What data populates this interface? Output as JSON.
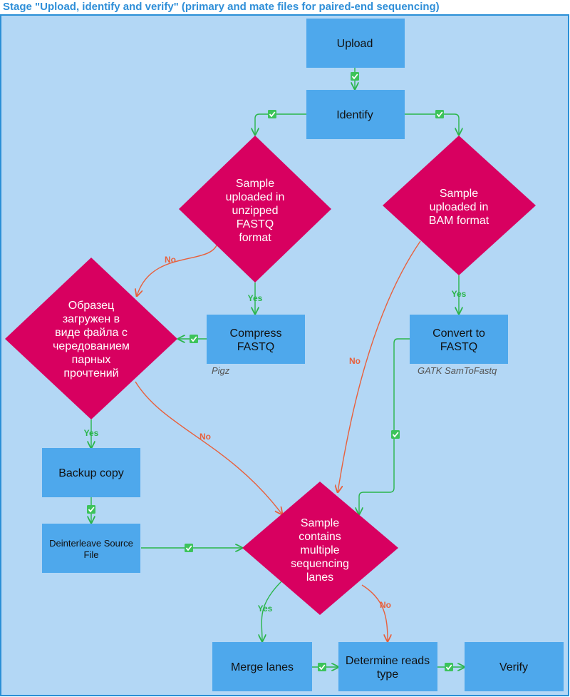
{
  "title": "Stage \"Upload, identify and verify\" (primary and mate files for paired-end sequencing)",
  "colors": {
    "background": "#b3d7f5",
    "border": "#2a8fd6",
    "process": "#4ea8ec",
    "decision": "#d80060",
    "yes_arrow": "#2ab54a",
    "no_arrow": "#e8603c"
  },
  "nodes": {
    "upload": "Upload",
    "identify": "Identify",
    "fastq_check": [
      "Sample",
      "uploaded in",
      "unzipped",
      "FASTQ",
      "format"
    ],
    "bam_check": [
      "Sample",
      "uploaded in",
      "BAM format"
    ],
    "interleaved_check": [
      "Образец",
      "загружен в",
      "виде файла с",
      "чередованием",
      "парных",
      "прочтений"
    ],
    "compress": [
      "Compress",
      "FASTQ"
    ],
    "compress_tool": "Pigz",
    "convert": [
      "Convert to",
      "FASTQ"
    ],
    "convert_tool": "GATK SamToFastq",
    "backup": "Backup copy",
    "deinterleave": [
      "Deinterleave Source",
      "File"
    ],
    "lanes_check": [
      "Sample",
      "contains",
      "multiple",
      "sequencing",
      "lanes"
    ],
    "merge": "Merge lanes",
    "determine": [
      "Determine reads",
      "type"
    ],
    "verify": "Verify"
  },
  "labels": {
    "yes": "Yes",
    "no": "No"
  },
  "icons": {
    "check": "check-icon"
  }
}
